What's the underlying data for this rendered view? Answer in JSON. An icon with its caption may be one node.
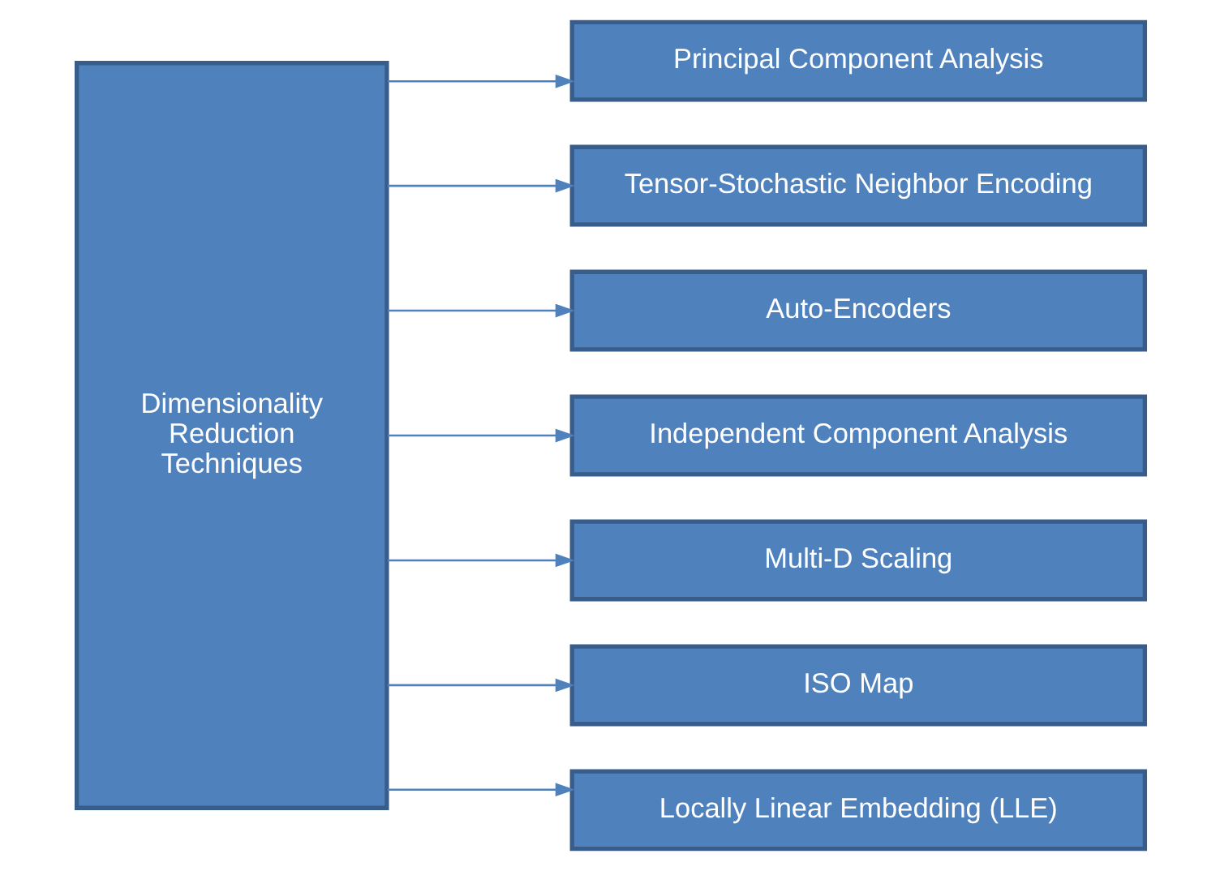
{
  "diagram": {
    "nodes": [
      {
        "text": [
          "Dimensionality Reduction Techniques"
        ]
      },
      {
        "text": [
          "Principal Component Analysis"
        ]
      },
      {
        "text": [
          "Tensor-Stochastic Neighbor Encoding"
        ]
      },
      {
        "text": [
          "Auto-Encoders"
        ]
      },
      {
        "text": [
          "Independent Component Analysis"
        ]
      },
      {
        "text": [
          "Multi-D Scaling"
        ]
      },
      {
        "text": [
          "ISO Map"
        ]
      },
      {
        "text": [
          "Locally Linear Embedding (LLE)"
        ]
      }
    ],
    "edges": [
      {
        "from": 0,
        "to": 1,
        "arrow": "to"
      },
      {
        "from": 0,
        "to": 2,
        "arrow": "to"
      },
      {
        "from": 0,
        "to": 3,
        "arrow": "to"
      },
      {
        "from": 0,
        "to": 4,
        "arrow": "to"
      },
      {
        "from": 0,
        "to": 5,
        "arrow": "to"
      },
      {
        "from": 0,
        "to": 6,
        "arrow": "to"
      },
      {
        "from": 0,
        "to": 7,
        "arrow": "to"
      }
    ]
  }
}
